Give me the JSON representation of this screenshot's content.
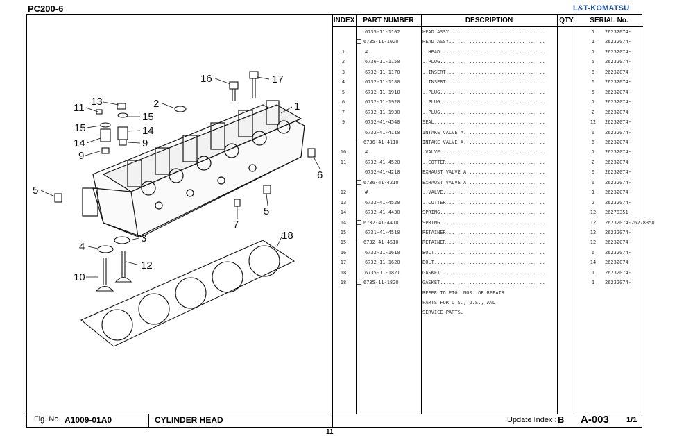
{
  "header": {
    "model": "PC200-6",
    "brand": "L&T-KOMATSU"
  },
  "table": {
    "columns": [
      "INDEX",
      "PART NUMBER",
      "DESCRIPTION",
      "QTY",
      "SERIAL No."
    ],
    "rows": [
      {
        "index": "",
        "part": "6735-11-1102",
        "box": false,
        "desc": "HEAD ASSY.................................",
        "qty": "1",
        "serial": "26232074-"
      },
      {
        "index": "",
        "part": "6735-11-1020",
        "box": true,
        "desc": "HEAD ASSY.................................",
        "qty": "1",
        "serial": "26232074-"
      },
      {
        "index": "1",
        "part": "#",
        "box": false,
        "desc": ". HEAD....................................",
        "qty": "1",
        "serial": "26232074-"
      },
      {
        "index": "2",
        "part": "6736-11-1150",
        "box": false,
        "desc": ". PLUG....................................",
        "qty": "5",
        "serial": "26232074-"
      },
      {
        "index": "3",
        "part": "6732-11-1170",
        "box": false,
        "desc": ". INSERT..................................",
        "qty": "6",
        "serial": "26232074-"
      },
      {
        "index": "4",
        "part": "6732-11-1180",
        "box": false,
        "desc": ". INSERT..................................",
        "qty": "6",
        "serial": "26232074-"
      },
      {
        "index": "5",
        "part": "6732-11-1910",
        "box": false,
        "desc": ". PLUG....................................",
        "qty": "5",
        "serial": "26232074-"
      },
      {
        "index": "6",
        "part": "6732-11-1920",
        "box": false,
        "desc": ". PLUG....................................",
        "qty": "1",
        "serial": "26232074-"
      },
      {
        "index": "7",
        "part": "6732-11-1930",
        "box": false,
        "desc": ". PLUG....................................",
        "qty": "2",
        "serial": "26232074-"
      },
      {
        "index": "9",
        "part": "6732-41-4540",
        "box": false,
        "desc": "SEAL......................................",
        "qty": "12",
        "serial": "26232074-"
      },
      {
        "index": "",
        "part": "6732-41-4110",
        "box": false,
        "desc": "INTAKE VALVE A............................",
        "qty": "6",
        "serial": "26232074-"
      },
      {
        "index": "",
        "part": "6736-41-4110",
        "box": true,
        "desc": "INTAKE VALVE A............................",
        "qty": "6",
        "serial": "26232074-"
      },
      {
        "index": "10",
        "part": "#",
        "box": false,
        "desc": ".VALVE....................................",
        "qty": "1",
        "serial": "26232074-"
      },
      {
        "index": "11",
        "part": "6732-41-4520",
        "box": false,
        "desc": ". COTTER..................................",
        "qty": "2",
        "serial": "26232074-"
      },
      {
        "index": "",
        "part": "6732-41-4210",
        "box": false,
        "desc": "EXHAUST VALVE A...........................",
        "qty": "6",
        "serial": "26232074-"
      },
      {
        "index": "",
        "part": "6736-41-4210",
        "box": true,
        "desc": "EXHAUST VALVE A...........................",
        "qty": "6",
        "serial": "26232074-"
      },
      {
        "index": "12",
        "part": "#",
        "box": false,
        "desc": ". VALVE...................................",
        "qty": "1",
        "serial": "26232074-"
      },
      {
        "index": "13",
        "part": "6732-41-4520",
        "box": false,
        "desc": ". COTTER..................................",
        "qty": "2",
        "serial": "26232074-"
      },
      {
        "index": "14",
        "part": "6732-41-4430",
        "box": false,
        "desc": "SPRING....................................",
        "qty": "12",
        "serial": "26278351-"
      },
      {
        "index": "14",
        "part": "6732-41-4410",
        "box": true,
        "desc": "SPRING....................................",
        "qty": "12",
        "serial": "26232074-26278350"
      },
      {
        "index": "15",
        "part": "6731-41-4510",
        "box": false,
        "desc": "RETAINER..................................",
        "qty": "12",
        "serial": "26232074-"
      },
      {
        "index": "15",
        "part": "6732-41-4510",
        "box": true,
        "desc": "RETAINER..................................",
        "qty": "12",
        "serial": "26232074-"
      },
      {
        "index": "16",
        "part": "6732-11-1610",
        "box": false,
        "desc": "BOLT......................................",
        "qty": "6",
        "serial": "26232074-"
      },
      {
        "index": "17",
        "part": "6732-11-1620",
        "box": false,
        "desc": "BOLT......................................",
        "qty": "14",
        "serial": "26232074-"
      },
      {
        "index": "18",
        "part": "6735-11-1821",
        "box": false,
        "desc": "GASKET....................................",
        "qty": "1",
        "serial": "26232074-"
      },
      {
        "index": "18",
        "part": "6735-11-1820",
        "box": true,
        "desc": "GASKET....................................",
        "qty": "1",
        "serial": "26232074-"
      }
    ],
    "notes": [
      "REFER TO FIG. NOS. OF REPAIR",
      "PARTS FOR O.S., U.S., AND",
      "SERVICE PARTS."
    ]
  },
  "diagram": {
    "callouts": [
      "16",
      "17",
      "13",
      "11",
      "15",
      "14",
      "9",
      "2",
      "15",
      "14",
      "9",
      "1",
      "6",
      "5",
      "5",
      "7",
      "4",
      "3",
      "10",
      "12",
      "18"
    ]
  },
  "footer": {
    "fig_label": "Fig. No.",
    "fig_number": "A1009-01A0",
    "title": "CYLINDER HEAD",
    "update_label": "Update Index :",
    "update_value": "B",
    "page_code": "A-003",
    "page_fraction": "1/1"
  },
  "page_number": "11"
}
